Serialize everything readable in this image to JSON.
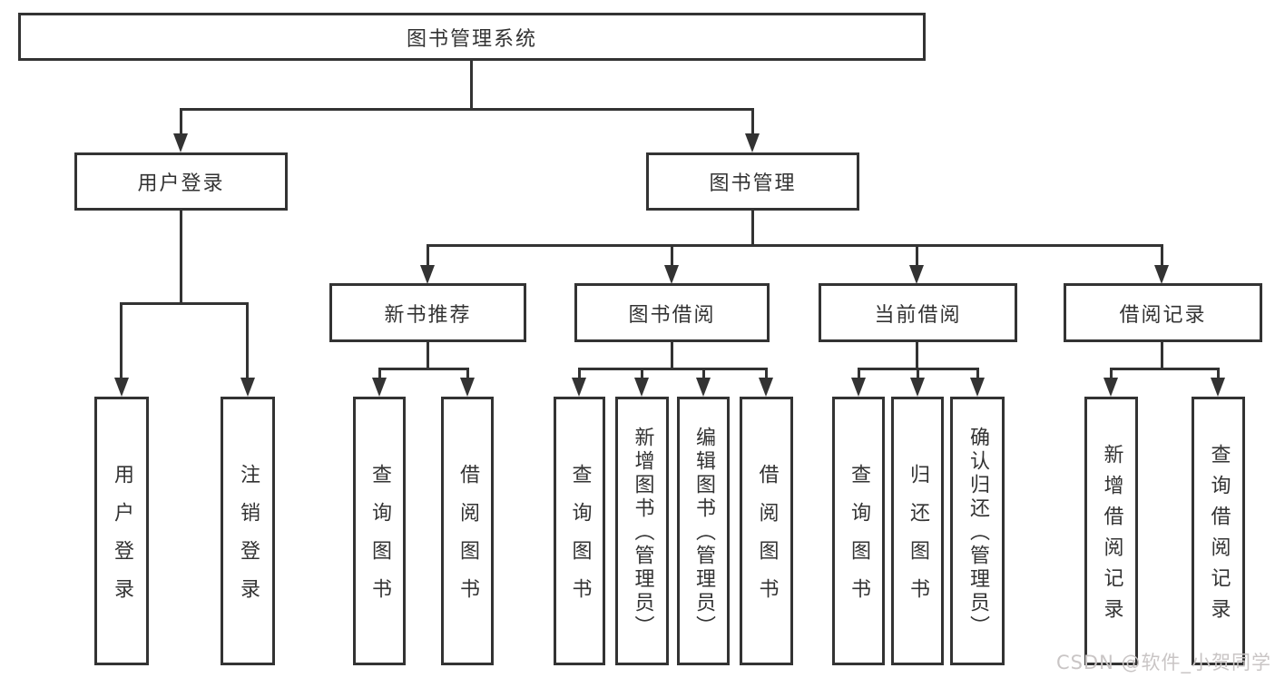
{
  "diagram": {
    "root": {
      "label": "图书管理系统"
    },
    "user_branch": {
      "label": "用户登录",
      "children": [
        {
          "label": "用户登录"
        },
        {
          "label": "注销登录"
        }
      ]
    },
    "book_branch": {
      "label": "图书管理",
      "groups": [
        {
          "label": "新书推荐",
          "children": [
            {
              "label": "查询图书"
            },
            {
              "label": "借阅图书"
            }
          ]
        },
        {
          "label": "图书借阅",
          "children": [
            {
              "label": "查询图书"
            },
            {
              "label": "新增图书（管理员）"
            },
            {
              "label": "编辑图书（管理员）"
            },
            {
              "label": "借阅图书"
            }
          ]
        },
        {
          "label": "当前借阅",
          "children": [
            {
              "label": "查询图书"
            },
            {
              "label": "归还图书"
            },
            {
              "label": "确认归还（管理员）"
            }
          ]
        },
        {
          "label": "借阅记录",
          "children": [
            {
              "label": "新增借阅记录"
            },
            {
              "label": "查询借阅记录"
            }
          ]
        }
      ]
    }
  },
  "watermark": {
    "text": "CSDN @软件_小贺同学"
  },
  "colors": {
    "background": "#ffffff",
    "box_fill": "#ffffff",
    "box_border": "#333333",
    "line": "#333333",
    "text": "#333333",
    "watermark": "#c9c5c5"
  }
}
